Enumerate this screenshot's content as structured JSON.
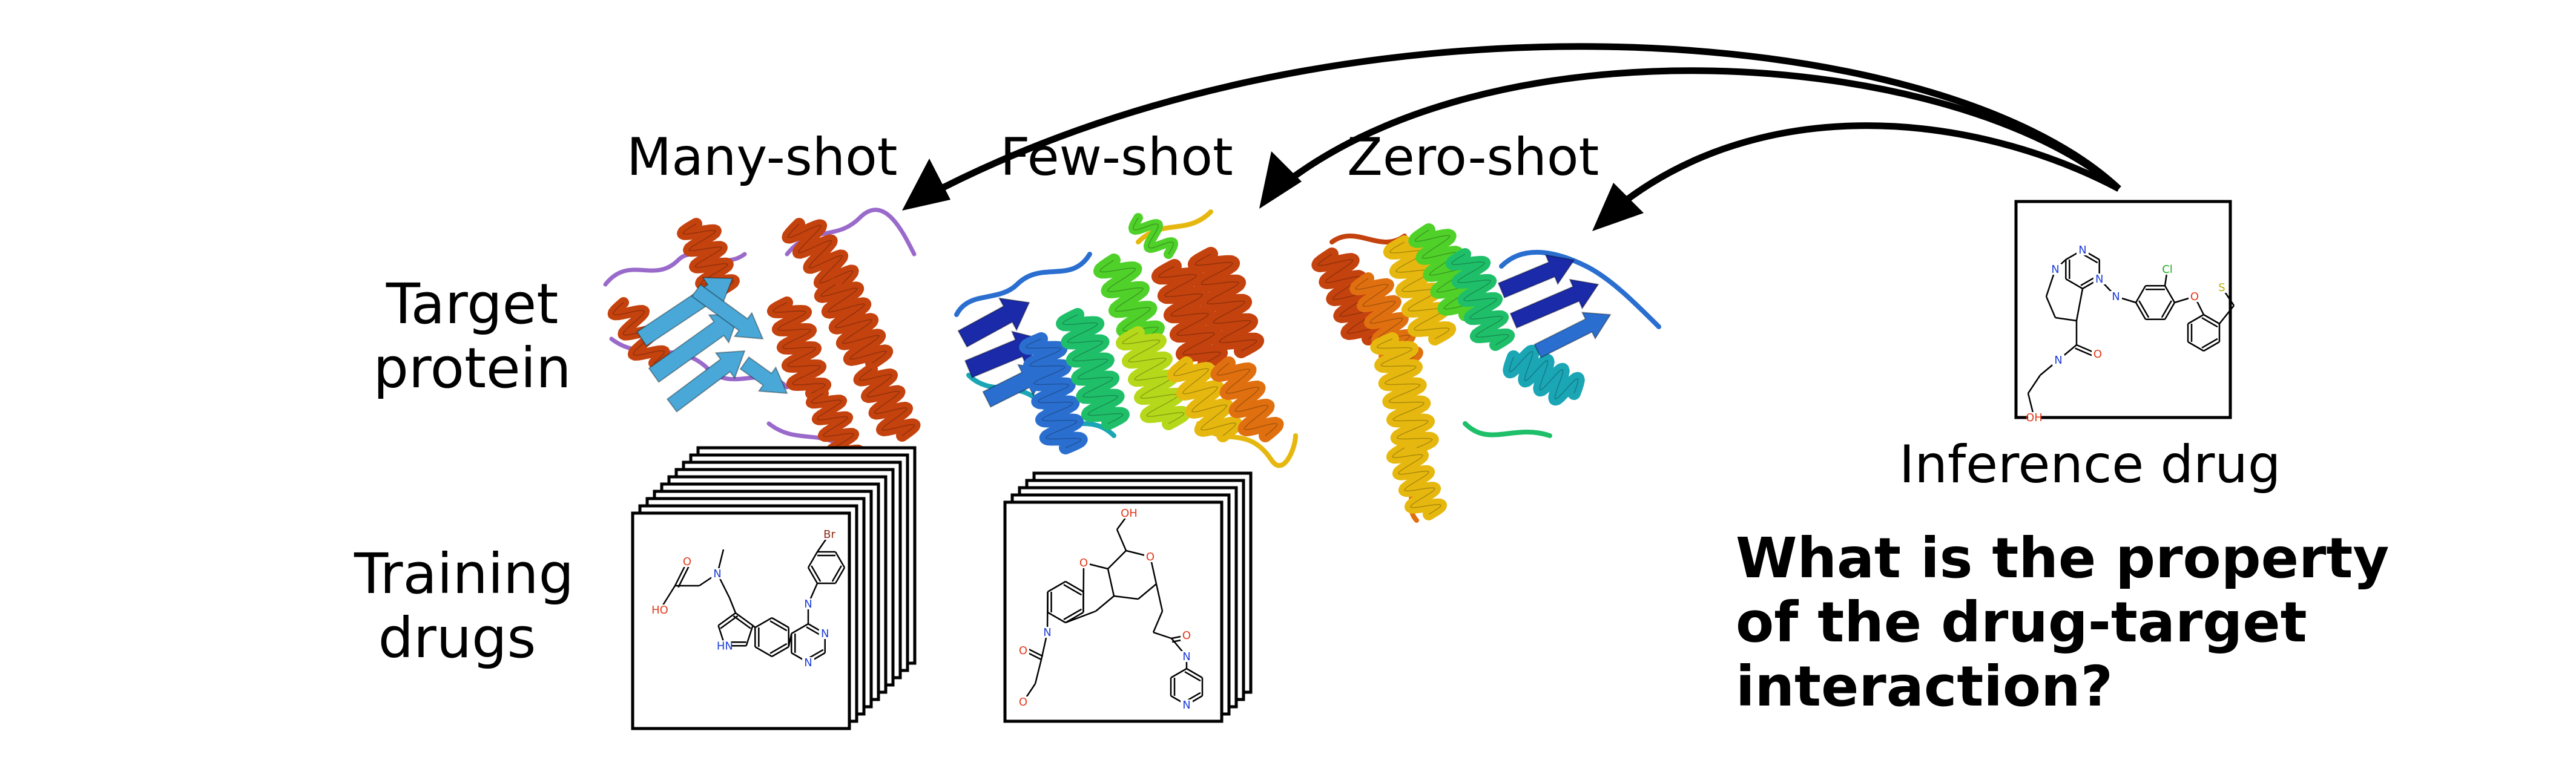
{
  "columns": {
    "many_shot": "Many-shot",
    "few_shot": "Few-shot",
    "zero_shot": "Zero-shot"
  },
  "rows": {
    "target_protein": [
      "Target",
      "protein"
    ],
    "training_drugs": [
      "Training",
      "drugs"
    ]
  },
  "inference": {
    "label": "Inference drug"
  },
  "question": [
    "What is the property",
    "of the drug-target",
    "interaction?"
  ],
  "molecule_atom_labels": {
    "inference": [
      "N",
      "N",
      "N",
      "N",
      "O",
      "N",
      "OH",
      "Cl",
      "O",
      "S"
    ],
    "many_shot": [
      "HO",
      "O",
      "N",
      "HN",
      "Br",
      "N",
      "N",
      "N"
    ],
    "few_shot": [
      "OH",
      "O",
      "O",
      "N",
      "O",
      "O",
      "N",
      "O",
      "N"
    ]
  },
  "colors": {
    "arrow": "#000000",
    "mol_bond": "#000000",
    "mol_N": "#1f3fd8",
    "mol_O": "#e23a1a",
    "mol_S": "#b8b000",
    "mol_Cl": "#22aa22",
    "mol_Br": "#8b2b14",
    "protein_helix_many": "#c4420e",
    "protein_sheet_many": "#4aa8d8",
    "protein_loop_many": "#9a6acb",
    "rainbow": [
      "#1a2aa8",
      "#2a6fd0",
      "#1aa6b5",
      "#1fbf6a",
      "#4fd12a",
      "#b6d81a",
      "#e6b80f",
      "#e0700f",
      "#c4420e"
    ]
  }
}
